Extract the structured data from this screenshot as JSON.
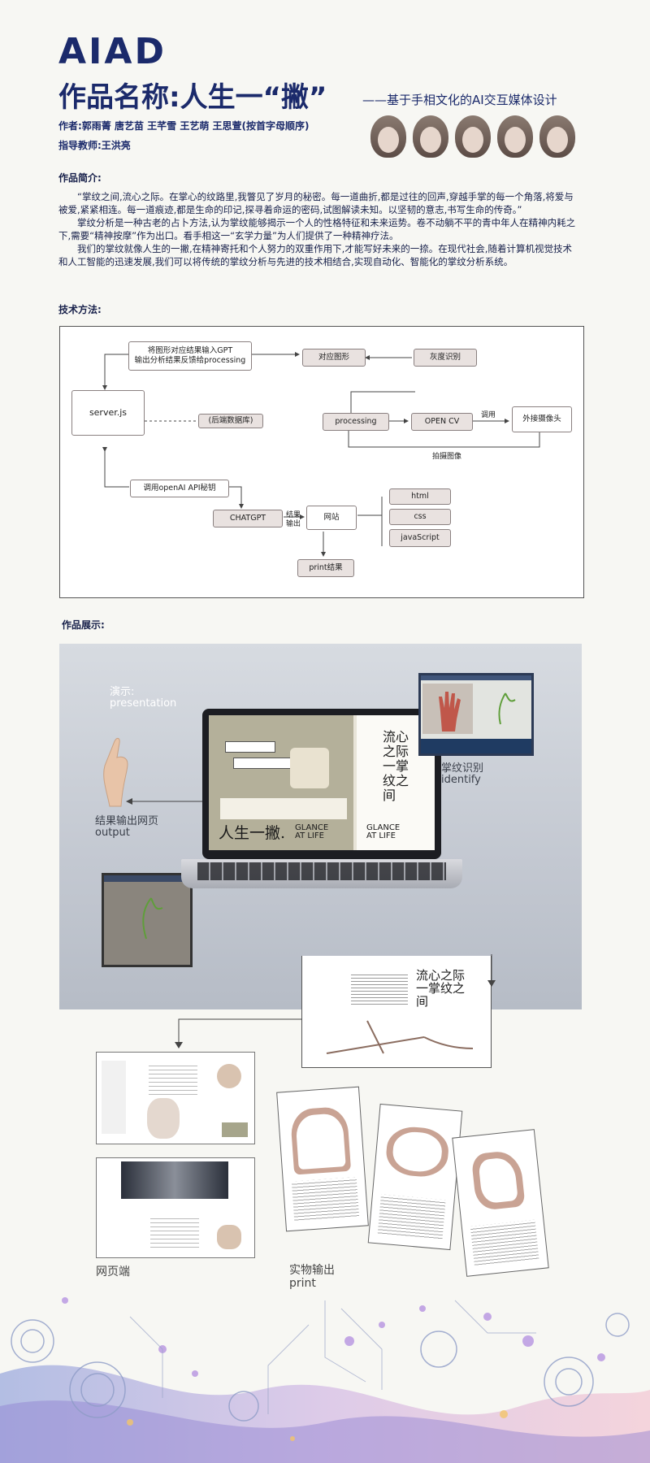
{
  "header": {
    "logo": "AIAD",
    "title": "作品名称:人生一“撇”",
    "subtitle": "——基于手相文化的AI交互媒体设计",
    "authors": "作者:郭雨菁 唐艺苗 王芊雪 王艺萌 王思萱(按首字母顺序)",
    "advisor": "指导教师:王洪亮"
  },
  "intro": {
    "heading": "作品简介:",
    "paragraphs": [
      "“掌纹之间,流心之际。在掌心的纹路里,我瞥见了岁月的秘密。每一道曲折,都是过往的回声,穿越手掌的每一个角落,将爱与被爱,紧紧相连。每一道痕迹,都是生命的印记,探寻着命运的密码,试图解读未知。以坚韧的意志,书写生命的传奇。”",
      "掌纹分析是一种古老的占卜方法,认为掌纹能够揭示一个人的性格特征和未来运势。卷不动躺不平的青中年人在精神内耗之下,需要“精神按摩”作为出口。看手相这一“玄学力量”为人们提供了一种精神疗法。",
      "我们的掌纹就像人生的一撇,在精神寄托和个人努力的双重作用下,才能写好未来的一捺。在现代社会,随着计算机视觉技术和人工智能的迅速发展,我们可以将传统的掌纹分析与先进的技术相结合,实现自动化、智能化的掌纹分析系统。"
    ]
  },
  "tech": {
    "heading": "技术方法:",
    "nodes": {
      "gpt_input": "将图形对应结果输入GPT\n输出分析结果反馈给processing",
      "match_shape": "对应图形",
      "gray_detect": "灰度识别",
      "server": "server.js",
      "backend_db": "(后端数据库)",
      "processing": "processing",
      "opencv": "OPEN CV",
      "camera": "外接摄像头",
      "call_api": "调用openAI API秘钥",
      "chatgpt": "CHATGPT",
      "website": "网站",
      "html": "html",
      "css": "css",
      "js": "javaScript",
      "print_result": "print结果"
    },
    "edge_labels": {
      "call": "调用",
      "capture": "拍摄图像",
      "result_output": "结果\n输出"
    }
  },
  "showcase": {
    "heading": "作品展示:",
    "demo_cn": "演示:",
    "demo_en": "presentation",
    "identify_cn": "掌纹识别",
    "identify_en": "identify",
    "output_cn": "结果输出网页",
    "output_en": "output",
    "screen_title": "人生一撇.",
    "screen_glance": "GLANCE\nAT LIFE",
    "screen_side_title": "流心之际 一掌纹之间",
    "web_cn": "网页端",
    "print_cn": "实物输出",
    "print_en": "print"
  },
  "colors": {
    "navy": "#1b2a6b",
    "box_fill": "#e9e2e0",
    "gesture_green": "#5f9e3a"
  }
}
